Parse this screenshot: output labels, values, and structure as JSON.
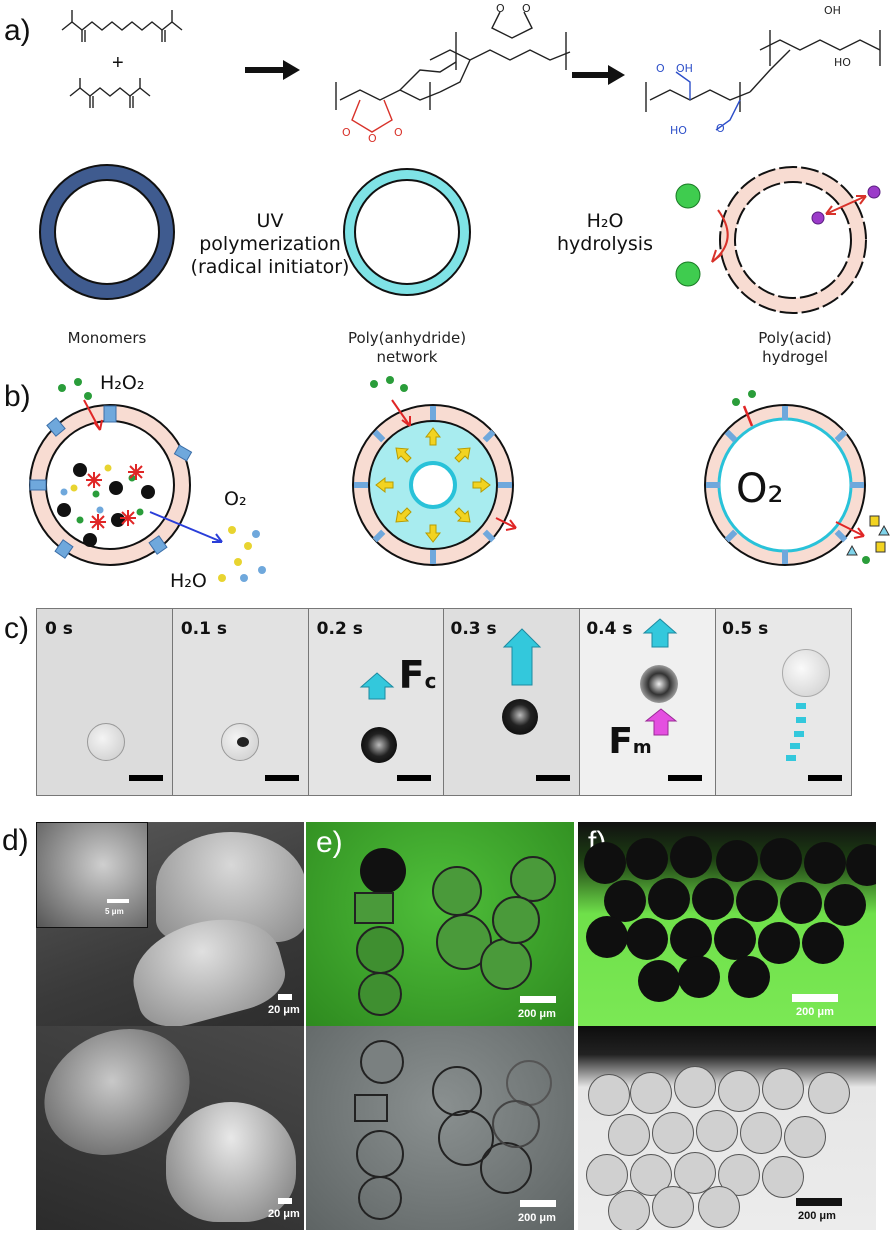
{
  "panel_labels": {
    "a": "a)",
    "b": "b)",
    "c": "c)",
    "d": "d)",
    "e": "e)",
    "f": "f)"
  },
  "panel_a": {
    "plus": "+",
    "step1_lines": [
      "UV",
      "polymerization",
      "(radical initiator)"
    ],
    "step2_line1": "H₂O",
    "step2_line2": "hydrolysis",
    "stage_labels": [
      {
        "line1": "Monomers",
        "line2": ""
      },
      {
        "line1": "Poly(anhydride)",
        "line2": "network"
      },
      {
        "line1": "Poly(acid)",
        "line2": "hydrogel"
      }
    ]
  },
  "panel_b": {
    "h2o2": "H₂O₂",
    "o2_out": "O₂",
    "h2o": "H₂O",
    "o2_inside": "O₂"
  },
  "panel_c": {
    "times": [
      "0 s",
      "0.1 s",
      "0.2 s",
      "0.3 s",
      "0.4 s",
      "0.5 s"
    ],
    "force_c": "F",
    "force_c_sub": "c",
    "force_m": "F",
    "force_m_sub": "m"
  },
  "panel_d": {
    "inset_scale": "5 μm",
    "scale_top": "20 μm",
    "scale_bottom": "20 μm"
  },
  "panel_e": {
    "scale_top": "200 μm",
    "scale_bottom": "200 μm"
  },
  "panel_f": {
    "scale_top": "200 μm",
    "scale_bottom": "200 μm"
  },
  "colors": {
    "shell_blue": "#3f5b8f",
    "shell_cyan": "#7fe3e6",
    "hydrogel_pink": "#f8dcd2",
    "arrow_cyan": "#33c8dc",
    "arrow_magenta": "#e44fe0",
    "fluor_green": "#3fc93f"
  }
}
